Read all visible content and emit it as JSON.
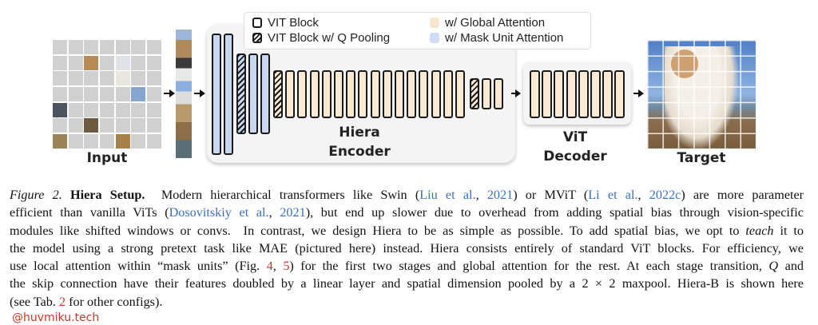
{
  "figure": {
    "input_label": "Input",
    "encoder_label_1": "Hiera",
    "encoder_label_2": "Encoder",
    "decoder_label_1": "ViT",
    "decoder_label_2": "Decoder",
    "target_label": "Target",
    "legend": {
      "vit_block": "VIT Block",
      "vit_block_qpool": "VIT Block w/ Q Pooling",
      "global_attention": "w/ Global Attention",
      "mask_unit_attention": "w/ Mask Unit Attention"
    },
    "stages": [
      {
        "blocks": 2,
        "pooling_first": false,
        "attention": "mask_unit"
      },
      {
        "blocks": 3,
        "pooling_first": true,
        "attention": "mask_unit"
      },
      {
        "blocks": 16,
        "pooling_first": true,
        "attention": "global"
      },
      {
        "blocks": 3,
        "pooling_first": true,
        "attention": "global"
      }
    ],
    "decoder_blocks": 8,
    "colors": {
      "mask_unit": "#c8d8f1",
      "global": "#fbe9d4",
      "cite": "#3b6fb6",
      "ref": "#d0332b"
    }
  },
  "caption": {
    "lines": [
      [
        {
          "t": "Figure 2.",
          "s": "ital"
        },
        {
          "t": " "
        },
        {
          "t": "Hiera Setup.",
          "s": "bold"
        },
        {
          "t": "  Modern hierarchical transformers like Swin ("
        },
        {
          "t": "Liu et al.",
          "s": "cite"
        },
        {
          "t": ", "
        },
        {
          "t": "2021",
          "s": "cite"
        },
        {
          "t": ") or MViT ("
        },
        {
          "t": "Li et al.",
          "s": "cite"
        },
        {
          "t": ", "
        },
        {
          "t": "2022c",
          "s": "cite"
        },
        {
          "t": ") are more parameter"
        }
      ],
      [
        {
          "t": "efficient than vanilla ViTs ("
        },
        {
          "t": "Dosovitskiy et al.",
          "s": "cite"
        },
        {
          "t": ", "
        },
        {
          "t": "2021",
          "s": "cite"
        },
        {
          "t": "), but end up slower due to overhead from adding spatial bias through vision-specific"
        }
      ],
      [
        {
          "t": "modules like shifted windows or convs.  In contrast, we design Hiera to be as simple as possible. To add spatial bias, we opt to "
        },
        {
          "t": "teach",
          "s": "ital"
        },
        {
          "t": " it to"
        }
      ],
      [
        {
          "t": "the model using a strong pretext task like MAE (pictured here) instead. Hiera consists entirely of standard ViT blocks. For efficiency, we"
        }
      ],
      [
        {
          "t": "use local attention within “mask units” (Fig. "
        },
        {
          "t": "4",
          "s": "ref"
        },
        {
          "t": ", "
        },
        {
          "t": "5",
          "s": "ref"
        },
        {
          "t": ") for the first two stages and global attention for the rest. At each stage transition, "
        },
        {
          "t": "Q",
          "s": "ital"
        },
        {
          "t": " and"
        }
      ],
      [
        {
          "t": "the skip connection have their features doubled by a linear layer and spatial dimension pooled by a 2 × 2 maxpool. Hiera-B is shown here"
        }
      ],
      [
        {
          "t": "(see Tab. "
        },
        {
          "t": "2",
          "s": "ref"
        },
        {
          "t": " for other configs)."
        }
      ]
    ]
  },
  "watermark": "@huvmiku.tech"
}
